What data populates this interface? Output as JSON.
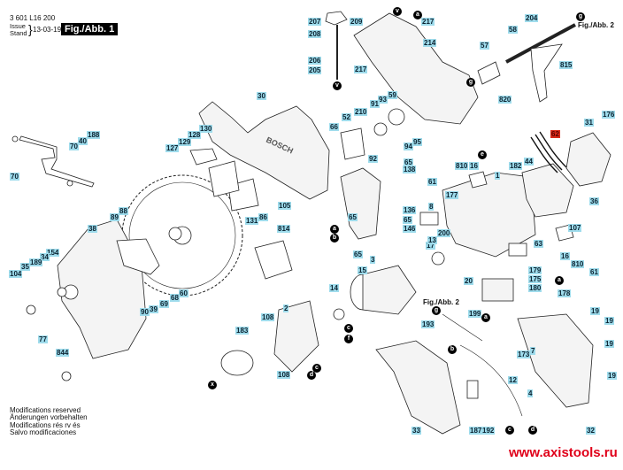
{
  "header": {
    "part_number": "3 601 L16 200",
    "issue_label": "Issue",
    "stand_label": "Stand",
    "date": "13-03-19",
    "figure_title": "Fig./Abb. 1"
  },
  "footer": {
    "notes": [
      "Modifications reserved",
      "Änderungen vorbehalten",
      "Modifications rés rv és",
      "Salvo modificaciones"
    ],
    "website": "www.axistools.ru"
  },
  "figure_refs": [
    {
      "id": "figref-top-right",
      "text": "Fig./Abb. 2",
      "marker": "g"
    },
    {
      "id": "figref-bottom",
      "text": "Fig./Abb. 2",
      "marker": "g"
    }
  ],
  "part_labels": [
    {
      "n": "207"
    },
    {
      "n": "208"
    },
    {
      "n": "209"
    },
    {
      "n": "217"
    },
    {
      "n": "217"
    },
    {
      "n": "214"
    },
    {
      "n": "206"
    },
    {
      "n": "205"
    },
    {
      "n": "204"
    },
    {
      "n": "58"
    },
    {
      "n": "57"
    },
    {
      "n": "815"
    },
    {
      "n": "820"
    },
    {
      "n": "30"
    },
    {
      "n": "59"
    },
    {
      "n": "93"
    },
    {
      "n": "91"
    },
    {
      "n": "210"
    },
    {
      "n": "52"
    },
    {
      "n": "66"
    },
    {
      "n": "92"
    },
    {
      "n": "94"
    },
    {
      "n": "95"
    },
    {
      "n": "65"
    },
    {
      "n": "138"
    },
    {
      "n": "130"
    },
    {
      "n": "128"
    },
    {
      "n": "129"
    },
    {
      "n": "127"
    },
    {
      "n": "105"
    },
    {
      "n": "86"
    },
    {
      "n": "131"
    },
    {
      "n": "70"
    },
    {
      "n": "40"
    },
    {
      "n": "188"
    },
    {
      "n": "70"
    },
    {
      "n": "89"
    },
    {
      "n": "88"
    },
    {
      "n": "38"
    },
    {
      "n": "154"
    },
    {
      "n": "34"
    },
    {
      "n": "189"
    },
    {
      "n": "35"
    },
    {
      "n": "104"
    },
    {
      "n": "77"
    },
    {
      "n": "90"
    },
    {
      "n": "39"
    },
    {
      "n": "69"
    },
    {
      "n": "68"
    },
    {
      "n": "60"
    },
    {
      "n": "844"
    },
    {
      "n": "814"
    },
    {
      "n": "65"
    },
    {
      "n": "65"
    },
    {
      "n": "136"
    },
    {
      "n": "65"
    },
    {
      "n": "146"
    },
    {
      "n": "3"
    },
    {
      "n": "15"
    },
    {
      "n": "14"
    },
    {
      "n": "2"
    },
    {
      "n": "108"
    },
    {
      "n": "108"
    },
    {
      "n": "183"
    },
    {
      "n": "61"
    },
    {
      "n": "810"
    },
    {
      "n": "16"
    },
    {
      "n": "177"
    },
    {
      "n": "8"
    },
    {
      "n": "1"
    },
    {
      "n": "182"
    },
    {
      "n": "44"
    },
    {
      "n": "62",
      "highlight": true
    },
    {
      "n": "31"
    },
    {
      "n": "176"
    },
    {
      "n": "36"
    },
    {
      "n": "17"
    },
    {
      "n": "13"
    },
    {
      "n": "200"
    },
    {
      "n": "63"
    },
    {
      "n": "107"
    },
    {
      "n": "16"
    },
    {
      "n": "810"
    },
    {
      "n": "61"
    },
    {
      "n": "20"
    },
    {
      "n": "179"
    },
    {
      "n": "175"
    },
    {
      "n": "180"
    },
    {
      "n": "178"
    },
    {
      "n": "19"
    },
    {
      "n": "19"
    },
    {
      "n": "19"
    },
    {
      "n": "19"
    },
    {
      "n": "193"
    },
    {
      "n": "199"
    },
    {
      "n": "173"
    },
    {
      "n": "7"
    },
    {
      "n": "12"
    },
    {
      "n": "4"
    },
    {
      "n": "33"
    },
    {
      "n": "187"
    },
    {
      "n": "192"
    },
    {
      "n": "32"
    }
  ],
  "markers": [
    {
      "n": "v"
    },
    {
      "n": "v"
    },
    {
      "n": "a"
    },
    {
      "n": "g"
    },
    {
      "n": "a"
    },
    {
      "n": "e"
    },
    {
      "n": "a"
    },
    {
      "n": "b"
    },
    {
      "n": "c"
    },
    {
      "n": "f"
    },
    {
      "n": "c"
    },
    {
      "n": "d"
    },
    {
      "n": "x"
    },
    {
      "n": "f"
    },
    {
      "n": "g"
    },
    {
      "n": "a"
    },
    {
      "n": "b"
    },
    {
      "n": "c"
    },
    {
      "n": "d"
    }
  ],
  "colors": {
    "label_bg": "#9fdcec",
    "highlight_bg": "#d92a1a",
    "website": "#e0001a"
  }
}
